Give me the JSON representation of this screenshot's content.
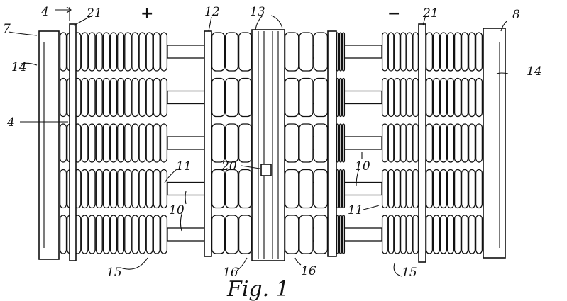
{
  "figure": {
    "caption": "Fig. 1",
    "reference_labels": {
      "ref_7": "7",
      "ref_8": "8",
      "ref_4_top": "4",
      "ref_4_side": "4",
      "ref_21_left": "21",
      "ref_21_right": "21",
      "ref_12": "12",
      "ref_13": "13",
      "ref_14_left": "14",
      "ref_14_right": "14",
      "ref_11_left": "11",
      "ref_11_right": "11",
      "ref_10_left": "10",
      "ref_10_right": "10",
      "ref_20": "20",
      "ref_15_left": "15",
      "ref_15_right": "15",
      "ref_16_left": "16",
      "ref_16_right": "16"
    },
    "polarity": {
      "positive": "+",
      "negative": "−"
    },
    "rows": 5,
    "coil_groups": [
      {
        "name": "left-outer-coils",
        "turns": 15
      },
      {
        "name": "left-inner-coils",
        "turns": 3
      },
      {
        "name": "center-left-coils",
        "turns": 3
      },
      {
        "name": "center-right-coils",
        "turns": 3
      },
      {
        "name": "right-inner-coils",
        "turns": 6
      },
      {
        "name": "right-outer-coils",
        "turns": 8
      }
    ]
  }
}
